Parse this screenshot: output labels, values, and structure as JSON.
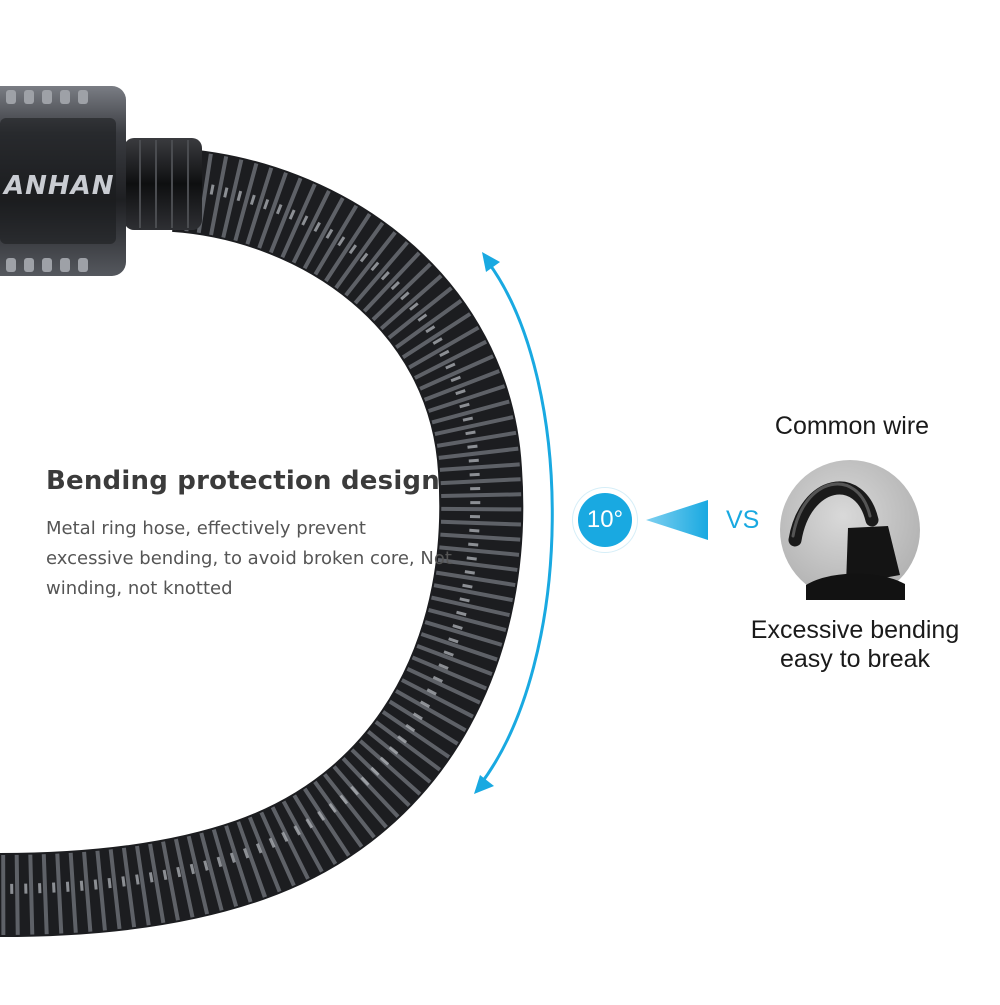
{
  "heading": "Bending protection design",
  "description": "Metal ring hose, effectively prevent excessive bending, to avoid broken core, Not winding, not knotted",
  "brand_mark": "ANHAN",
  "angle_label": "10°",
  "vs_label": "VS",
  "comparison": {
    "title": "Common wire",
    "caption_line1": "Excessive bending",
    "caption_line2": "easy to break"
  },
  "colors": {
    "accent": "#19a9e1",
    "cable": "#2b2d31",
    "text_dark": "#3b3b3b",
    "text_body": "#555555"
  },
  "icons": [
    "double-arrow-arc-icon",
    "pointer-triangle-icon"
  ]
}
